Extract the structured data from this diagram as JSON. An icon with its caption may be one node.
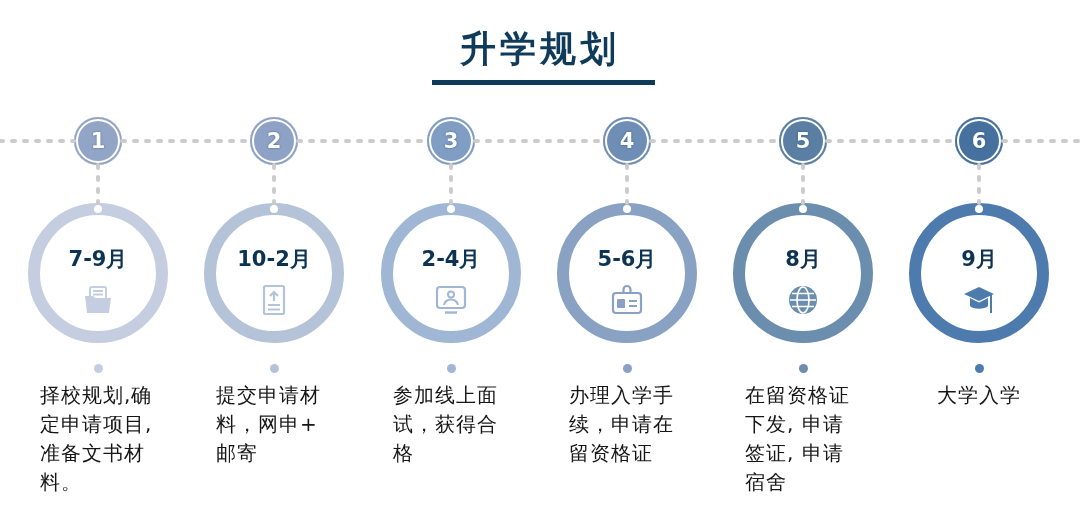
{
  "diagram": {
    "title": "升学规划",
    "nodes": [
      {
        "text": [
          "1"
        ]
      },
      {
        "text": [
          "2"
        ]
      },
      {
        "text": [
          "3"
        ]
      },
      {
        "text": [
          "4"
        ]
      },
      {
        "text": [
          "5"
        ]
      },
      {
        "text": [
          "6"
        ]
      },
      {
        "text": [
          "7-9月"
        ],
        "beside": [
          "择校规划,确定申请项目,准备文书材料。"
        ]
      },
      {
        "text": [
          "10-2月"
        ],
        "beside": [
          "提交申请材料，网申+邮寄"
        ]
      },
      {
        "text": [
          "2-4月"
        ],
        "beside": [
          "参加线上面试，获得合格"
        ]
      },
      {
        "text": [
          "5-6月"
        ],
        "beside": [
          "办理入学手续，申请在留资格证"
        ]
      },
      {
        "text": [
          "8月"
        ],
        "beside": [
          "在留资格证下发, 申请签证, 申请宿舍"
        ]
      },
      {
        "text": [
          "9月"
        ],
        "beside": [
          "大学入学"
        ]
      }
    ],
    "edges": [
      {
        "from": null,
        "to": 0,
        "arrow": "none",
        "style": "dashed"
      },
      {
        "from": 0,
        "to": 1,
        "arrow": "none",
        "style": "dashed"
      },
      {
        "from": 1,
        "to": 2,
        "arrow": "none",
        "style": "dashed"
      },
      {
        "from": 2,
        "to": 3,
        "arrow": "none",
        "style": "dashed"
      },
      {
        "from": 3,
        "to": 4,
        "arrow": "none",
        "style": "dashed"
      },
      {
        "from": 4,
        "to": 5,
        "arrow": "none",
        "style": "dashed"
      },
      {
        "from": 5,
        "to": null,
        "arrow": "none",
        "style": "dashed"
      },
      {
        "from": 0,
        "to": 6,
        "arrow": "other",
        "style": "dashed"
      },
      {
        "from": 1,
        "to": 7,
        "arrow": "other",
        "style": "dashed"
      },
      {
        "from": 2,
        "to": 8,
        "arrow": "other",
        "style": "dashed"
      },
      {
        "from": 3,
        "to": 9,
        "arrow": "other",
        "style": "dashed"
      },
      {
        "from": 4,
        "to": 10,
        "arrow": "other",
        "style": "dashed"
      },
      {
        "from": 5,
        "to": 11,
        "arrow": "other",
        "style": "dashed"
      }
    ]
  }
}
